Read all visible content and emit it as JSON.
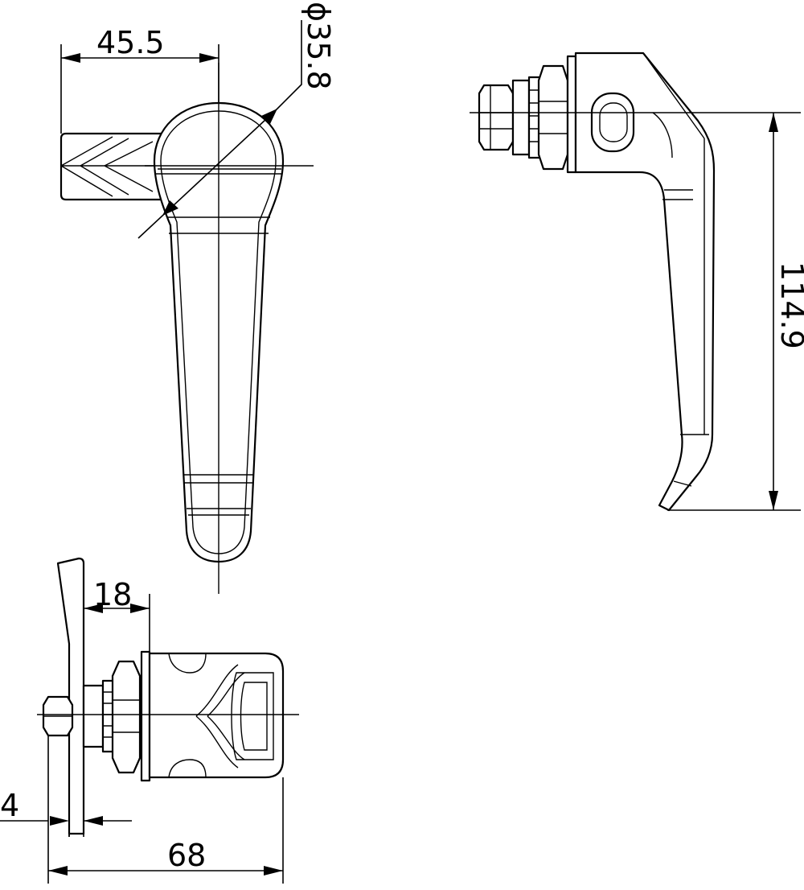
{
  "dimensions": {
    "front_width": "45.5",
    "head_diameter": "ϕ35.8",
    "side_height": "114.9",
    "bottom_offset": "18",
    "bottom_thickness": "4",
    "bottom_length": "68"
  },
  "colors": {
    "line": "#000000",
    "background": "#ffffff"
  }
}
